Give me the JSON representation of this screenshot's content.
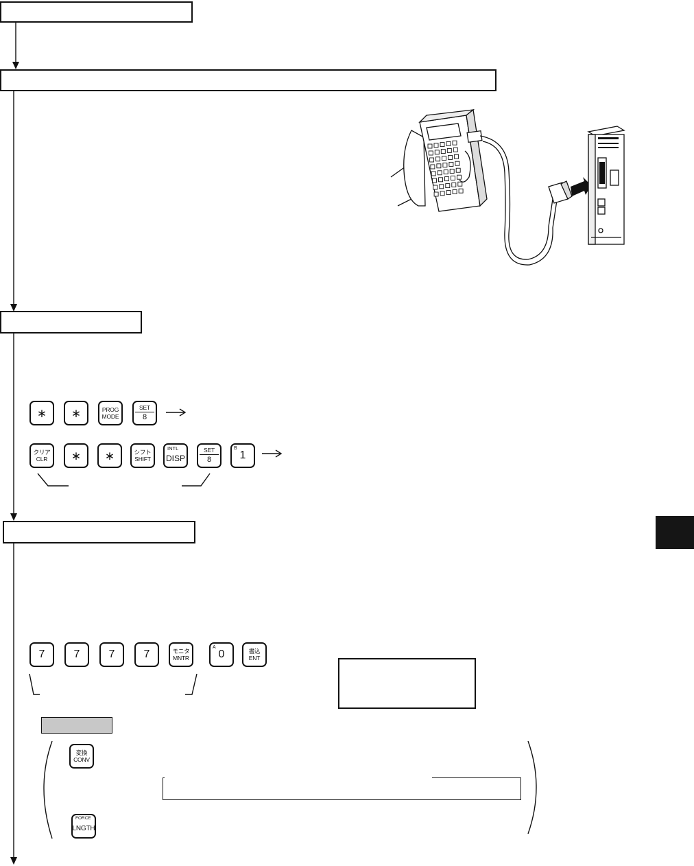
{
  "keys": {
    "asterisk": "∗",
    "prog": "PROG",
    "mode": "MODE",
    "set": "SET",
    "eight": "8",
    "clear_jp": "クリア",
    "clr": "CLR",
    "shift_jp": "シフト",
    "shift": "SHIFT",
    "intl": "INTL",
    "disp": "DISP",
    "b_sup": "B",
    "one": "1",
    "seven": "7",
    "monitor_jp": "モニタ",
    "mntr": "MNTR",
    "a_sup": "A",
    "zero": "0",
    "write_jp": "書込",
    "ent": "ENT",
    "convert_jp": "変換",
    "conv": "CONV",
    "force": "FORCE",
    "lngth": "LNGTH"
  },
  "colors": {
    "line": "#111111",
    "tab_fill": "#c8c8c8",
    "tab_black": "#151515"
  }
}
